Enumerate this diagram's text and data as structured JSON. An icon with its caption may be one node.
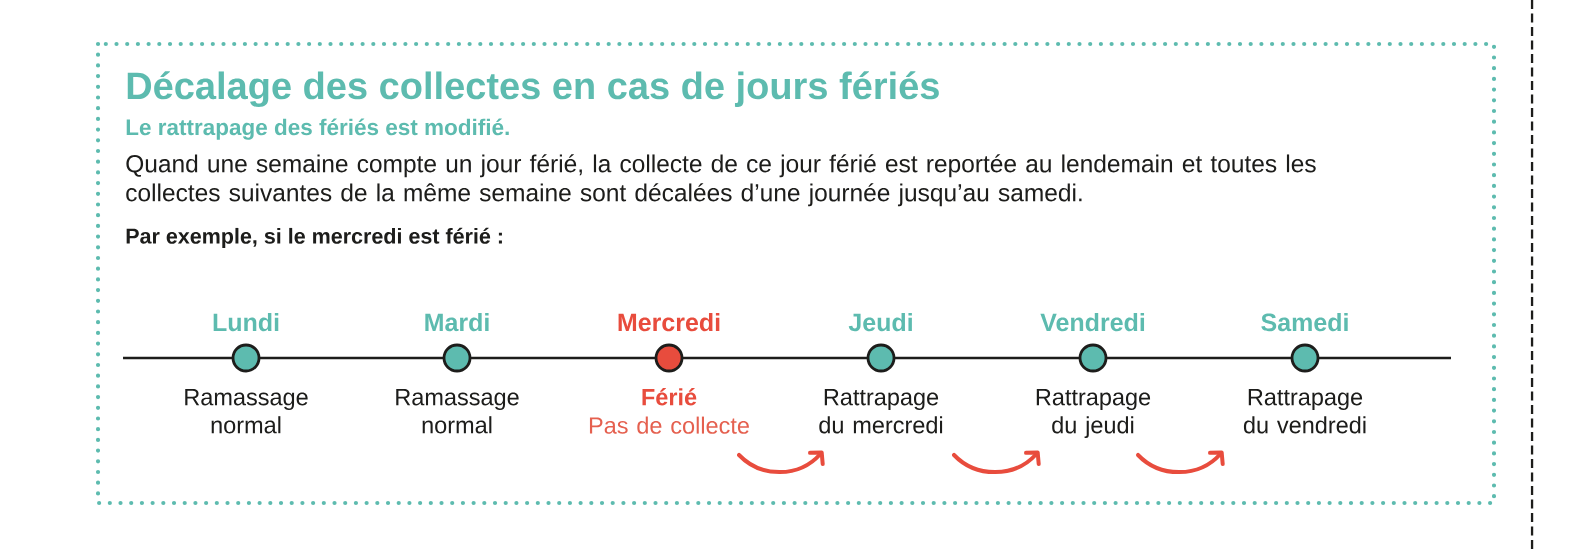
{
  "diagram": {
    "title": "Décalage des collectes en cas de jours fériés",
    "nodes": [
      {
        "text": [
          "Lundi"
        ],
        "beside": [
          "Ramassage normal"
        ]
      },
      {
        "text": [
          "Mardi"
        ],
        "beside": [
          "Ramassage normal"
        ]
      },
      {
        "text": [
          "Mercredi"
        ],
        "beside": [
          "Férié",
          "Pas de collecte"
        ]
      },
      {
        "text": [
          "Jeudi"
        ],
        "beside": [
          "Rattrapage du mercredi"
        ]
      },
      {
        "text": [
          "Vendredi"
        ],
        "beside": [
          "Rattrapage du jeudi"
        ]
      },
      {
        "text": [
          "Samedi"
        ],
        "beside": [
          "Rattrapage du vendredi"
        ]
      }
    ],
    "edges": [
      {
        "from": 2,
        "to": 3,
        "arrow": "to"
      },
      {
        "from": 3,
        "to": 4,
        "arrow": "to"
      },
      {
        "from": 4,
        "to": 5,
        "arrow": "to"
      }
    ],
    "labels": [
      "Le rattrapage des fériés est modifié.",
      "Quand une semaine compte un jour férié, la collecte de ce jour férié est reportée au lendemain et toutes les collectes suivantes de la même semaine sont décalées d’une journée jusqu’au samedi.",
      "Par exemple, si le mercredi est férié :"
    ]
  }
}
